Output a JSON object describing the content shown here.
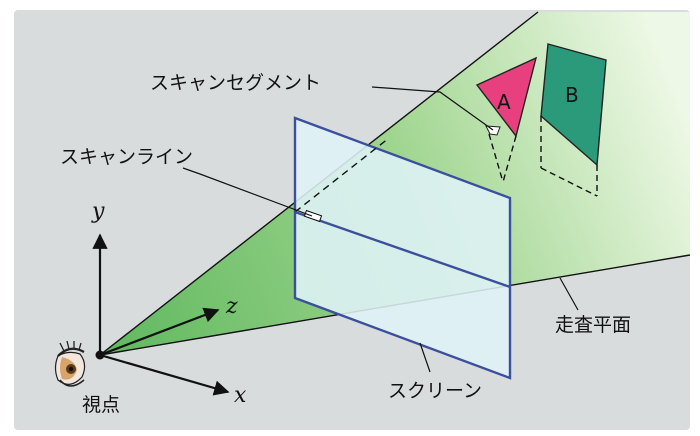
{
  "labels": {
    "scan_segment": "スキャンセグメント",
    "scan_line": "スキャンライン",
    "scan_plane": "走査平面",
    "screen": "スクリーン",
    "viewpoint": "視点",
    "polygon_a": "A",
    "polygon_b": "B"
  },
  "axes": {
    "x": "x",
    "y": "y",
    "z": "z"
  },
  "colors": {
    "background": "#d9dcdd",
    "plane_green": "#6cc06a",
    "screen_fill": "#dff2f7",
    "screen_edge": "#3b4f9c",
    "polygon_a": "#e8407f",
    "polygon_b": "#2a9a7a",
    "line": "#111111"
  },
  "icons": [
    "eye-icon"
  ]
}
